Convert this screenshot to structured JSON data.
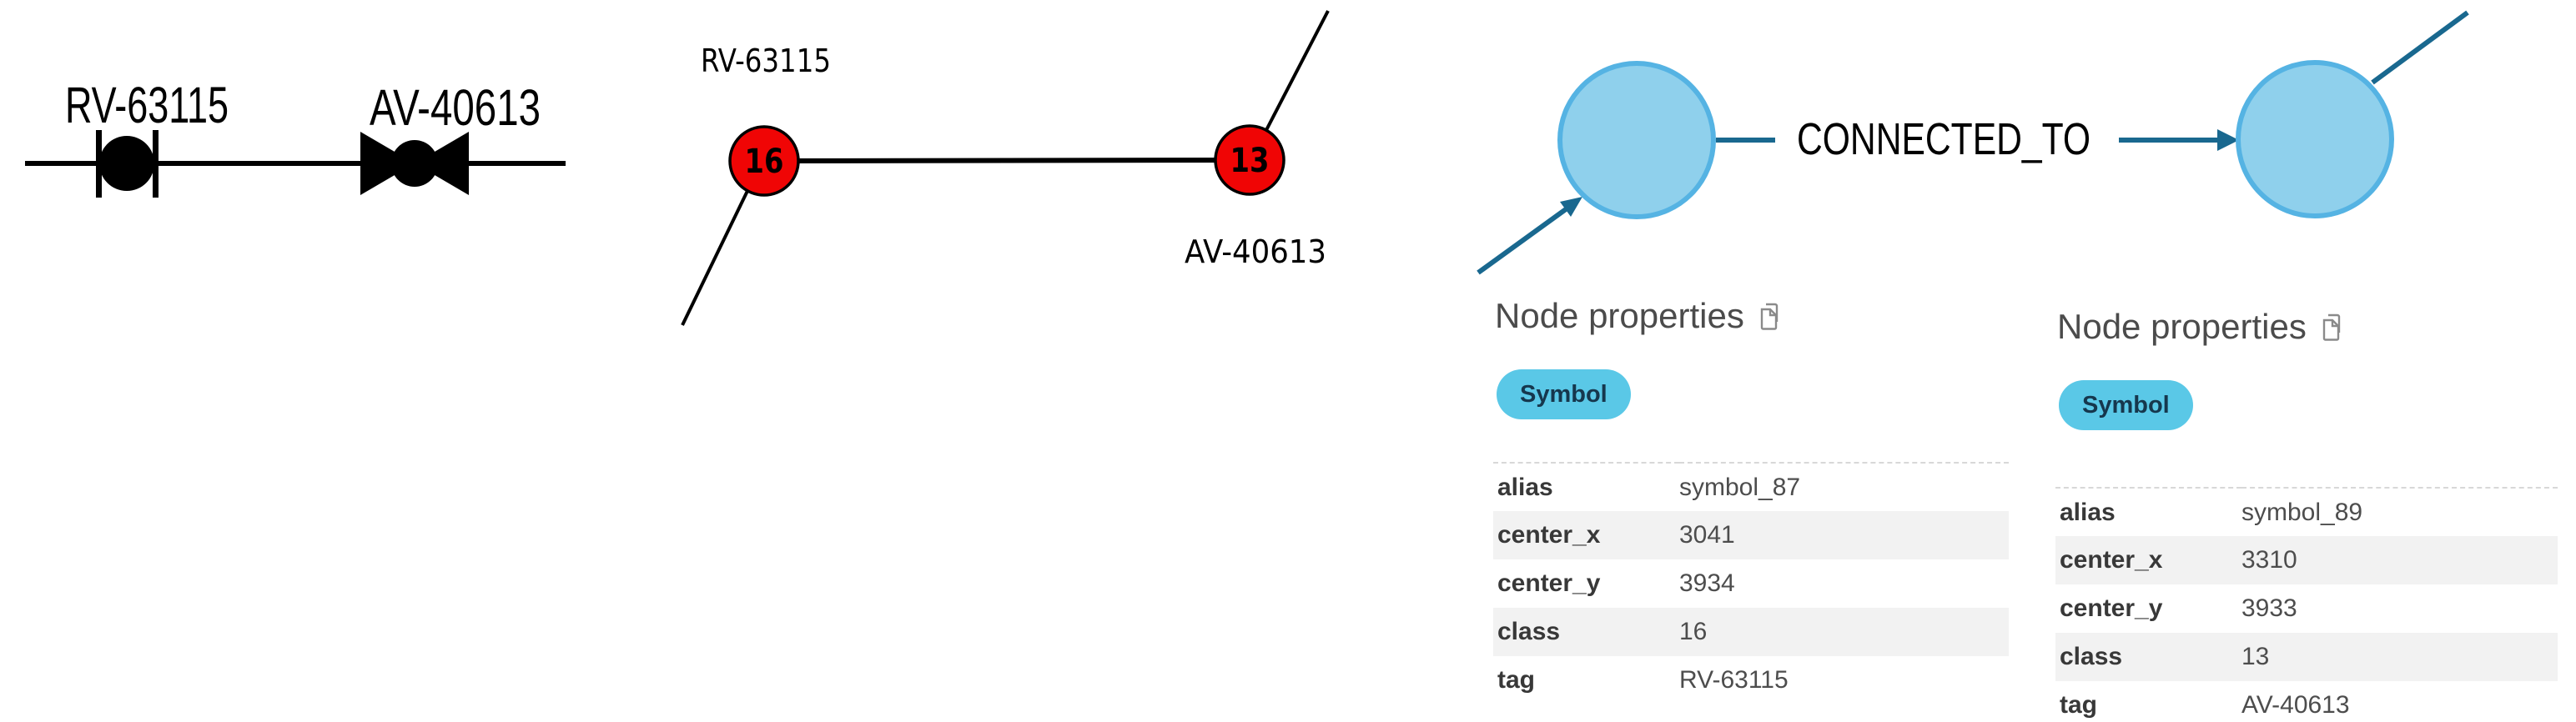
{
  "pid": {
    "label_rv": "RV-63115",
    "label_av": "AV-40613"
  },
  "graph": {
    "node_16": {
      "id": "16",
      "label": "RV-63115"
    },
    "node_13": {
      "id": "13",
      "label": "AV-40613"
    }
  },
  "neo4j": {
    "relationship_label": "CONNECTED_TO",
    "panels": [
      {
        "title": "Node properties",
        "badge": "Symbol",
        "rows": [
          {
            "key": "alias",
            "value": "symbol_87"
          },
          {
            "key": "center_x",
            "value": "3041"
          },
          {
            "key": "center_y",
            "value": "3934"
          },
          {
            "key": "class",
            "value": "16"
          },
          {
            "key": "tag",
            "value": "RV-63115"
          }
        ]
      },
      {
        "title": "Node properties",
        "badge": "Symbol",
        "rows": [
          {
            "key": "alias",
            "value": "symbol_89"
          },
          {
            "key": "center_x",
            "value": "3310"
          },
          {
            "key": "center_y",
            "value": "3933"
          },
          {
            "key": "class",
            "value": "13"
          },
          {
            "key": "tag",
            "value": "AV-40613"
          }
        ]
      }
    ]
  },
  "colors": {
    "node_red": "#f00505",
    "node_blue_fill": "#8fd0ec",
    "node_blue_border": "#55b3e3",
    "edge_teal": "#19688f",
    "badge_bg": "#5ac8e7",
    "badge_text": "#16374d",
    "row_alt_bg": "#f2f2f2",
    "heading_text": "#4b4b4b",
    "pid_ink": "#000000"
  }
}
